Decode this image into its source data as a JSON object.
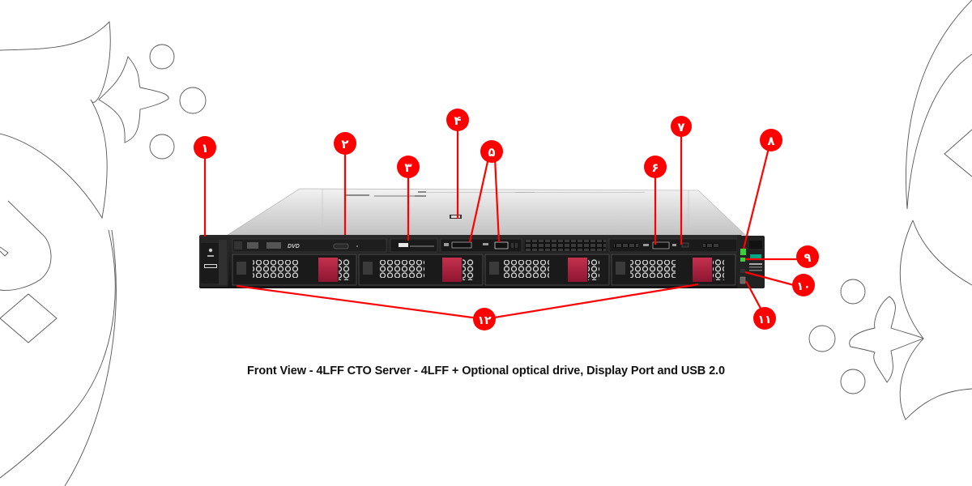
{
  "caption": "Front View - 4LFF CTO Server - 4LFF + Optional optical drive, Display Port and USB 2.0",
  "colors": {
    "callout": "#ff0000",
    "chassis_top": "#d9d9d9",
    "front_panel": "#1c1c1c",
    "drive_latch": "#a61c3c",
    "status_led": "#3bd13b",
    "background": "#ffffff"
  },
  "callouts": [
    {
      "id": 1,
      "label": "۱",
      "target": "Front left rack ear / serial label pull tab"
    },
    {
      "id": 2,
      "label": "۲",
      "target": "Optical drive bay"
    },
    {
      "id": 3,
      "label": "۳",
      "target": "Serial number / iLO information pull tab"
    },
    {
      "id": 4,
      "label": "۴",
      "target": "Top access panel label"
    },
    {
      "id": 5,
      "label": "۵",
      "target": "Display Port and USB 2.0 ports"
    },
    {
      "id": 6,
      "label": "۶",
      "target": "iLO service port (USB)"
    },
    {
      "id": 7,
      "label": "۷",
      "target": "SD / UID slot"
    },
    {
      "id": 8,
      "label": "۸",
      "target": "Power on / standby button and LED"
    },
    {
      "id": 9,
      "label": "۹",
      "target": "Health LED"
    },
    {
      "id": 10,
      "label": "۱۰",
      "target": "NIC status LED"
    },
    {
      "id": 11,
      "label": "۱۱",
      "target": "UID button / LED"
    },
    {
      "id": 12,
      "label": "۱۲",
      "target": "LFF drive bays 1-4"
    }
  ],
  "server": {
    "optical_drive_label": "DVD",
    "drive_bays": 4
  }
}
